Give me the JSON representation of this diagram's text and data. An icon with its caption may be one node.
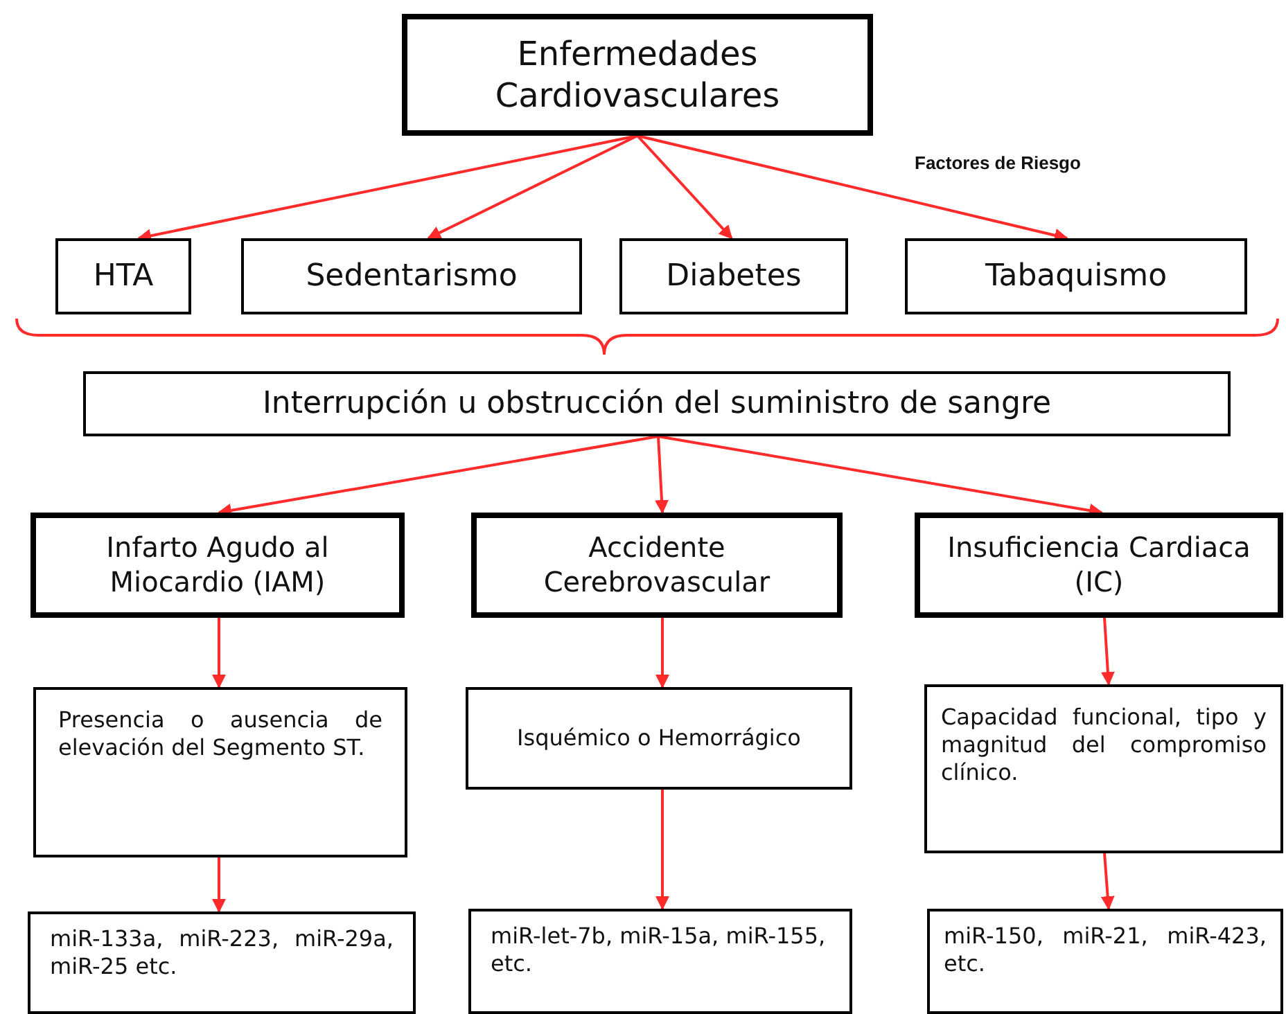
{
  "diagram": {
    "nodes": [
      {
        "text": [
          "Enfermedades Cardiovasculares"
        ]
      },
      {
        "text": [
          "HTA"
        ]
      },
      {
        "text": [
          "Sedentarismo"
        ]
      },
      {
        "text": [
          "Diabetes"
        ]
      },
      {
        "text": [
          "Tabaquismo"
        ]
      },
      {
        "text": [
          "Interrupción u obstrucción del suministro de sangre"
        ]
      },
      {
        "text": [
          "Infarto Agudo al Miocardio (IAM)"
        ]
      },
      {
        "text": [
          "Accidente Cerebrovascular"
        ]
      },
      {
        "text": [
          "Insuficiencia Cardiaca (IC)"
        ]
      },
      {
        "text": [
          "Presencia o ausencia de elevación del Segmento ST."
        ]
      },
      {
        "text": [
          "Isquémico o Hemorrágico"
        ]
      },
      {
        "text": [
          "Capacidad funcional, tipo y magnitud del compromiso clínico."
        ]
      },
      {
        "text": [
          "miR-133a, miR-223, miR-29a, miR-25 etc."
        ]
      },
      {
        "text": [
          "miR-let-7b, miR-15a, miR-155, etc."
        ]
      },
      {
        "text": [
          "miR-150, miR-21, miR-423, etc."
        ]
      }
    ],
    "edges": [
      {
        "from": 0,
        "to": 1,
        "arrow": "to"
      },
      {
        "from": 0,
        "to": 2,
        "arrow": "to"
      },
      {
        "from": 0,
        "to": 3,
        "arrow": "to"
      },
      {
        "from": 0,
        "to": 4,
        "arrow": "to"
      },
      {
        "from": 5,
        "to": 6,
        "arrow": "to"
      },
      {
        "from": 5,
        "to": 7,
        "arrow": "to"
      },
      {
        "from": 5,
        "to": 8,
        "arrow": "to"
      },
      {
        "from": 6,
        "to": 9,
        "arrow": "to"
      },
      {
        "from": 7,
        "to": 10,
        "arrow": "to"
      },
      {
        "from": 8,
        "to": 11,
        "arrow": "to"
      },
      {
        "from": 9,
        "to": 12,
        "arrow": "to"
      },
      {
        "from": 10,
        "to": 13,
        "arrow": "to"
      },
      {
        "from": 11,
        "to": 14,
        "arrow": "to"
      }
    ],
    "labels": [
      "Factores de Riesgo"
    ]
  }
}
